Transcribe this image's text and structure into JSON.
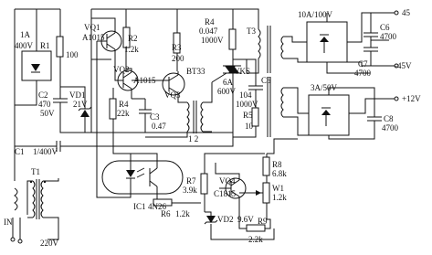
{
  "labels": {
    "ac_input": "IN",
    "ac_voltage": "220V",
    "t1": "T1",
    "c1": "C1",
    "c1_value": "1/400V",
    "bridge_main_i": "1A",
    "bridge_main_v": "400V",
    "r1": "R1",
    "r1_value": "100",
    "vq1": "VQ1",
    "vq1_type": "A1015",
    "r2": "R2",
    "r2_value": "1.2k",
    "vq2": "VQ2",
    "vq2_type": "A1015",
    "r3": "R3",
    "r3_value": "200",
    "bt33": "BT33",
    "vq3": "VQ3",
    "r4_main": "R4",
    "r4_value": "0.047",
    "r4_v": "1000V",
    "t3": "T3",
    "vks": "VKS",
    "vks_rating_a": "6A",
    "vks_rating_v": "600V",
    "c5": "C5",
    "c5_value": "104",
    "c5_v": "1000V",
    "r5": "R5",
    "r5_value": "10",
    "r4_emitter": "R4",
    "r4_emitter_value": "22k",
    "c3": "C3",
    "c3_value": "0.47",
    "c2": "C2",
    "c2_value": "470",
    "c2_v": "50V",
    "vd1": "VD1",
    "vd1_v": "21V",
    "t2_label": "1 2",
    "ic1": "IC1",
    "ic1_type": "4N26",
    "r6": "R6",
    "r6_value": "1.2k",
    "r7": "R7",
    "r7_value": "3.9k",
    "vq4": "VQ4",
    "vq4_type": "C1815",
    "r8": "R8",
    "r8_value": "6.8k",
    "w1": "W1",
    "w1_value": "1.2k",
    "vd2": "VD2",
    "vd2_v": "9.6V",
    "r9": "R9",
    "r9_value": "2.2k",
    "bridge_hi": "10A/100V",
    "c6": "C6",
    "c6_value": "4700",
    "c7": "C7",
    "c7_value": "4700",
    "out_pos45": "45",
    "out_neg45": "-45V",
    "bridge_lo": "3A/50V",
    "out_12v": "+12V",
    "c8": "C8",
    "c8_value": "4700"
  }
}
